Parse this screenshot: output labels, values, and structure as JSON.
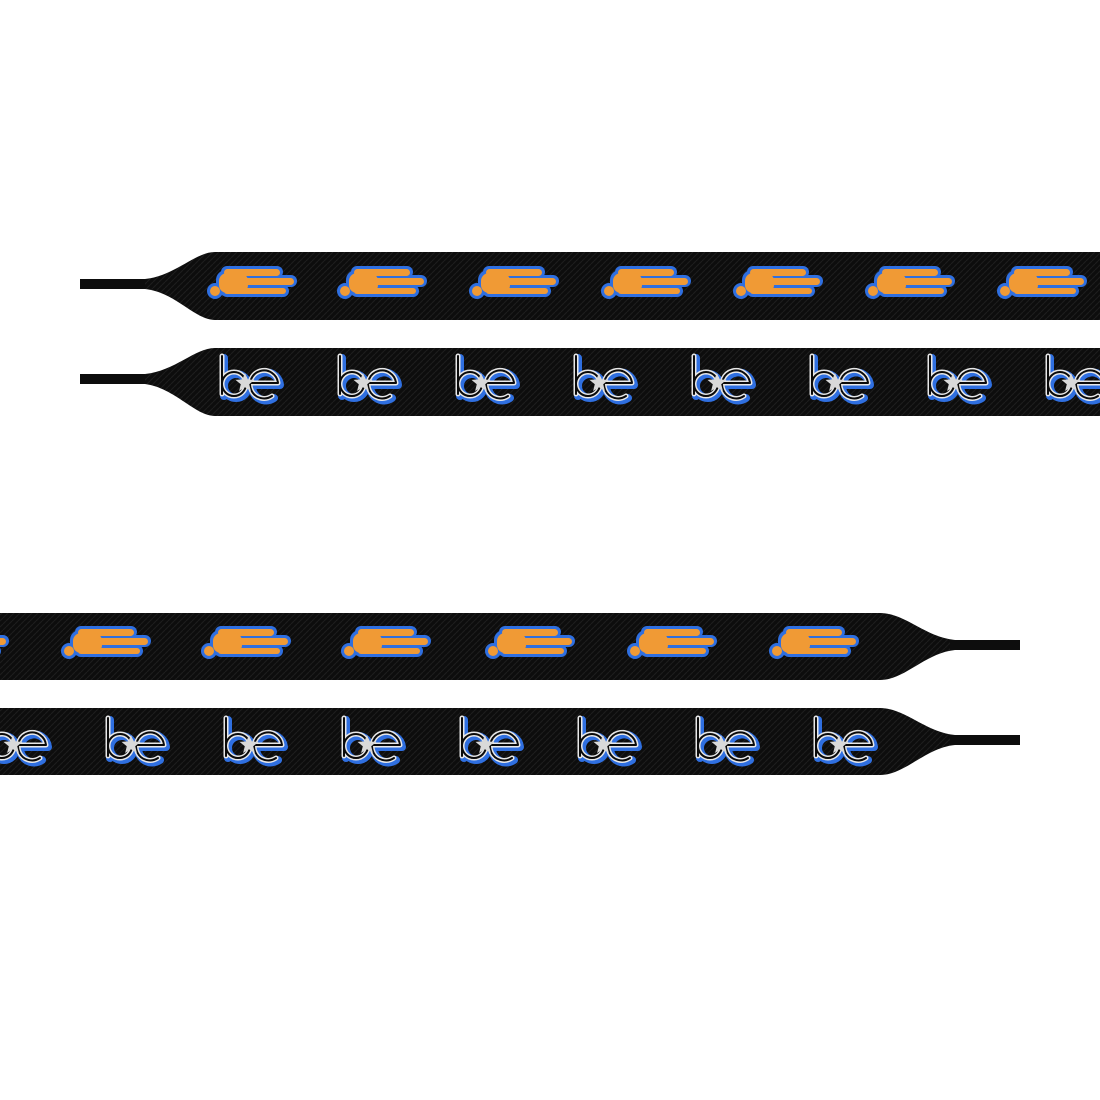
{
  "image": {
    "background": "#ffffff",
    "subject": "shoelaces-product-photo"
  },
  "laces": [
    {
      "name": "lace-top-orange",
      "pattern": "orange-speed-logo",
      "aglet_side": "left"
    },
    {
      "name": "lace-top-be",
      "pattern": "be-star-logo",
      "aglet_side": "left"
    },
    {
      "name": "lace-bottom-orange",
      "pattern": "orange-speed-logo",
      "aglet_side": "right"
    },
    {
      "name": "lace-bottom-be",
      "pattern": "be-star-logo",
      "aglet_side": "right"
    }
  ],
  "colors": {
    "lace": "#0d0d0d",
    "weave": "#1c1c1c",
    "orange": "#f09a35",
    "orange_dark": "#c97a20",
    "blue": "#2f6fe0",
    "be_fill": "#0a0a0a",
    "be_outline": "#e8e8e8",
    "star": "#d9d9d9"
  },
  "logos": {
    "be_letters": "be"
  }
}
